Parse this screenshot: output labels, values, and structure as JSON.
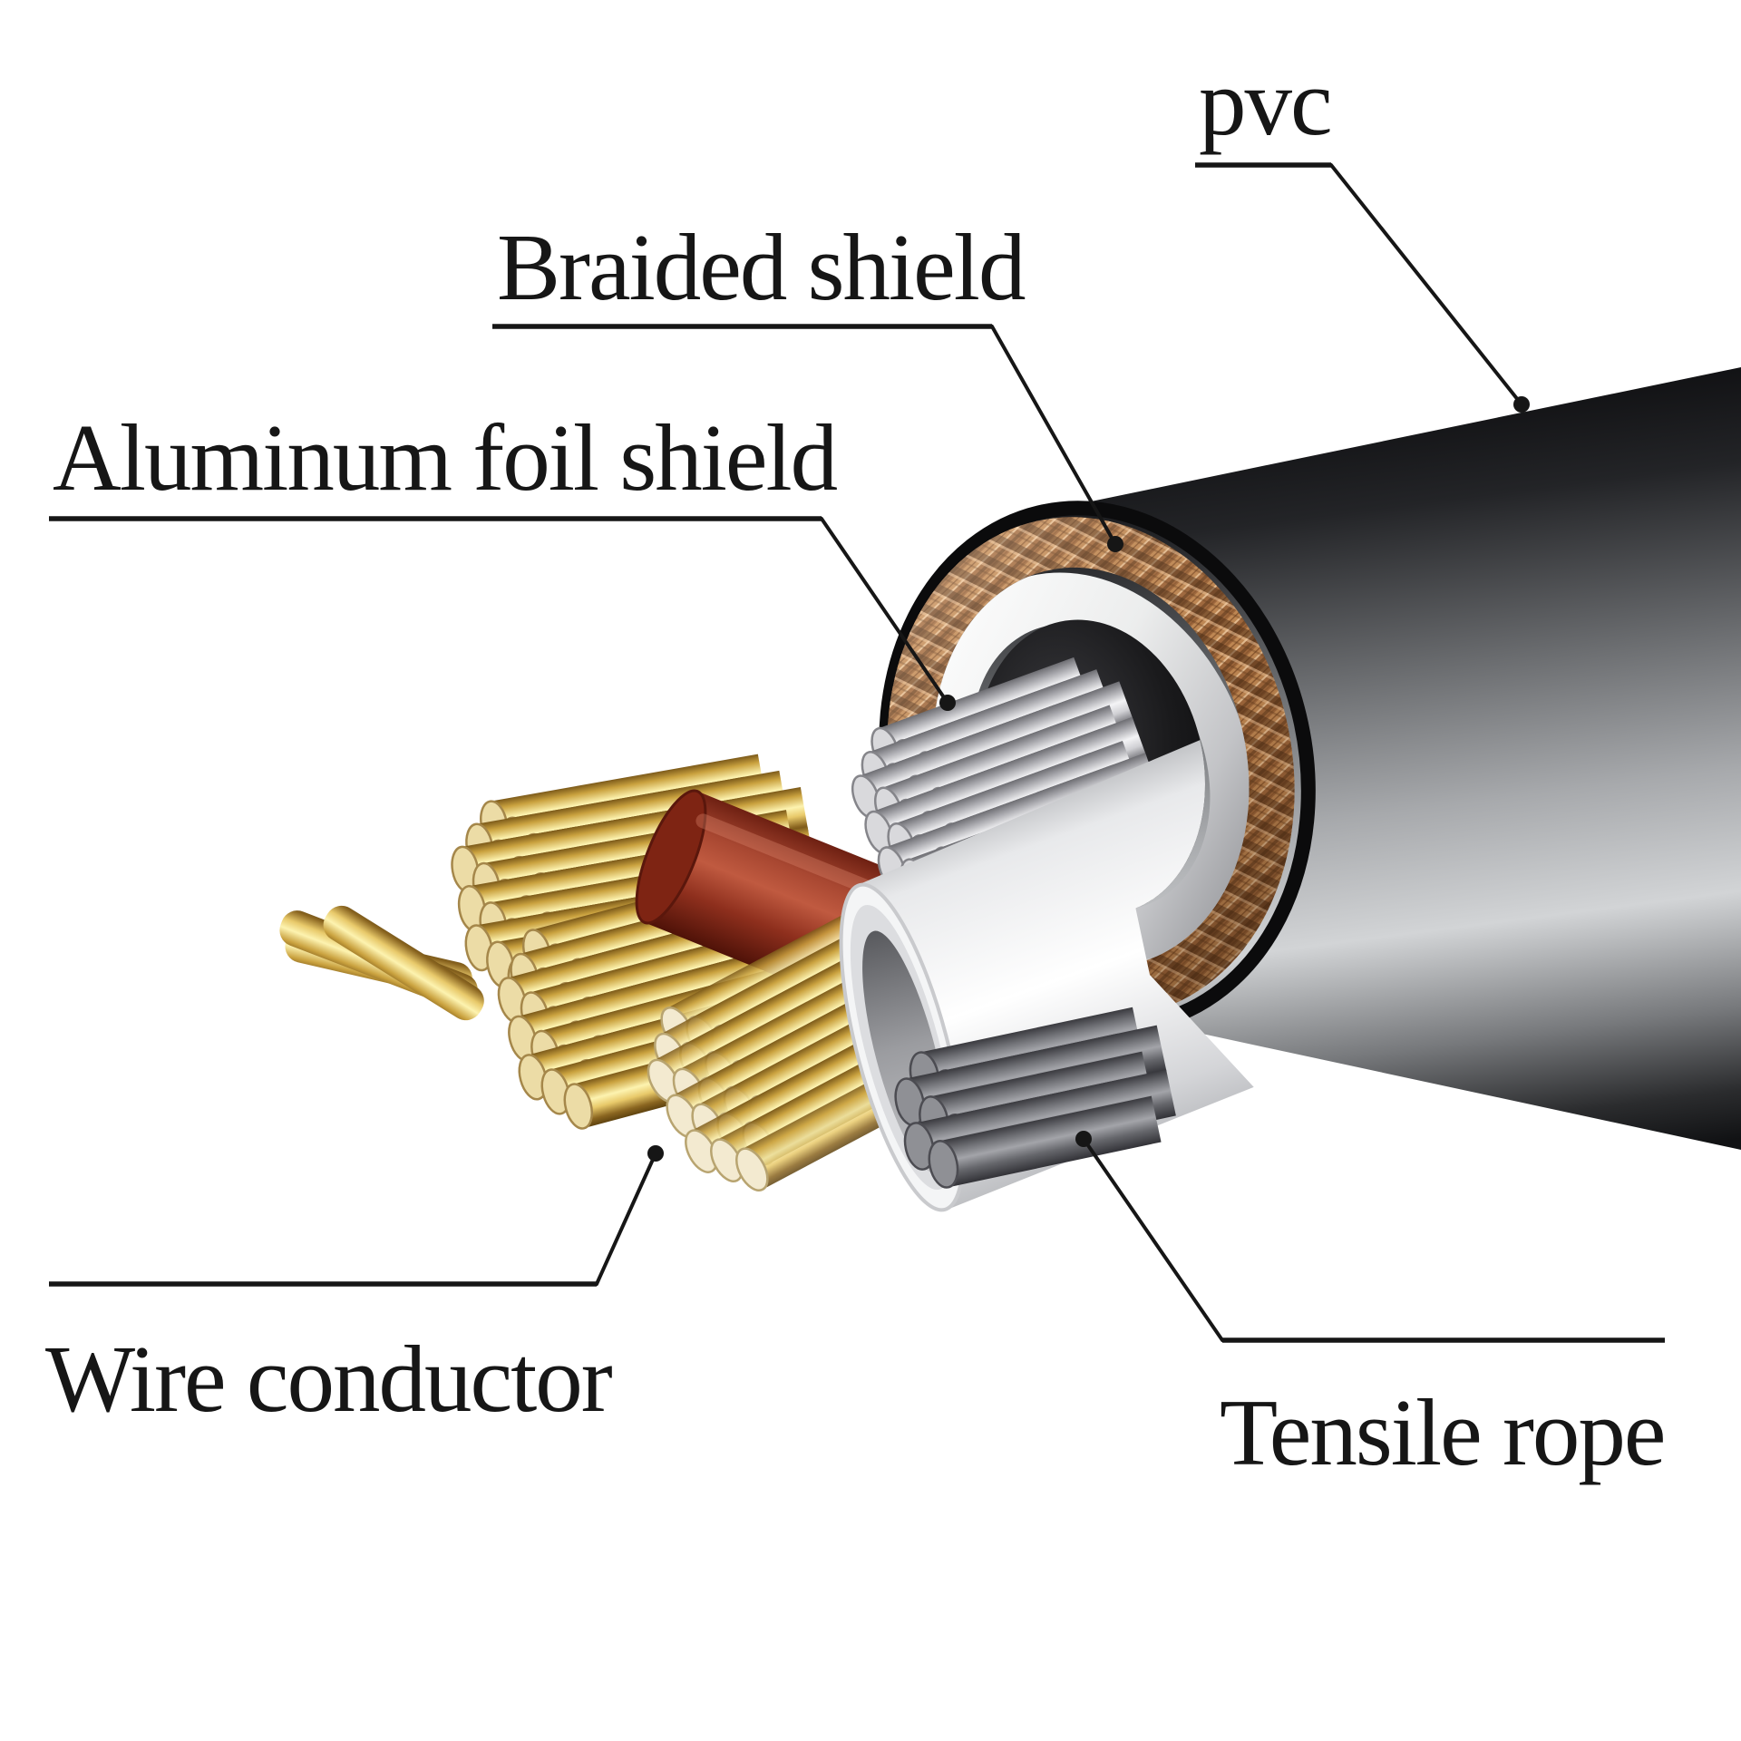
{
  "diagram": {
    "type": "labeled-cutaway-illustration",
    "labels": {
      "pvc": "pvc",
      "braided_shield": "Braided shield",
      "aluminum_foil_shield": "Aluminum foil shield",
      "wire_conductor": "Wire conductor",
      "tensile_rope": "Tensile rope"
    },
    "parts": [
      {
        "name": "pvc-jacket",
        "label": "pvc"
      },
      {
        "name": "braided-shield",
        "label": "Braided shield"
      },
      {
        "name": "aluminum-foil-shield",
        "label": "Aluminum foil shield"
      },
      {
        "name": "wire-conductor",
        "label": "Wire conductor"
      },
      {
        "name": "tensile-rope",
        "label": "Tensile rope"
      }
    ]
  },
  "colors": {
    "background": "#ffffff",
    "ink": "#161616",
    "jacket_dark": "#0a0a0c",
    "jacket_mid": "#97989b",
    "jacket_highlight": "#d2d4d6",
    "braid_copper": "#a26a3e",
    "braid_copper_light": "#c68e58",
    "braid_copper_dark": "#7a4e2b",
    "foil_white": "#ffffff",
    "foil_shadow": "#8e8f93",
    "cavity_black": "#060607",
    "insulation_red": "#a84731",
    "insulation_red_highlight": "#c05a40",
    "insulation_red_dark": "#4f1208",
    "gold_face": "#ecdca6",
    "pale_face": "#f3ead0",
    "gold_highlight": "#fdf3b0",
    "gold_mid": "#e8c96a",
    "gold_dark": "#7c5a1a",
    "silver_face": "#d9d9dc",
    "silver_highlight": "#f4f4f6",
    "silver_dark": "#6e6e73",
    "gray_face": "#8f9095",
    "tensile_gray": "#a3a4a9",
    "tensile_gray_dark": "#3a3a3f",
    "white_insulation": "#ffffff"
  }
}
